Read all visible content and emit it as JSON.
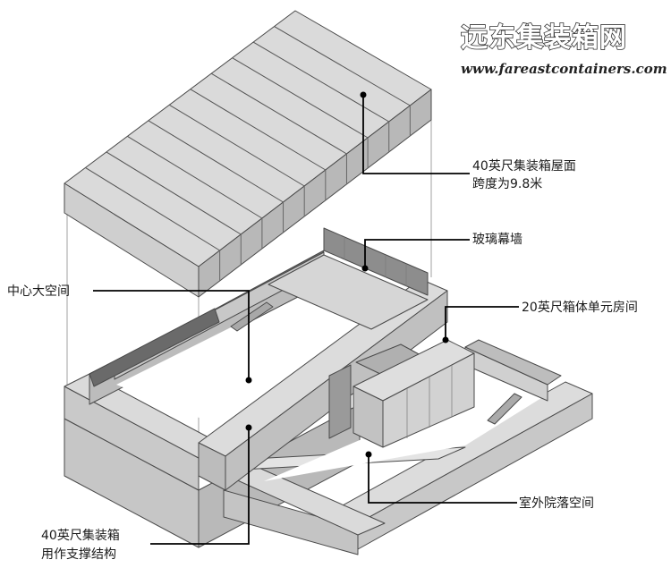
{
  "brand": {
    "name_cn": "远东集装箱网",
    "url": "www.fareastcontainers.com"
  },
  "labels": {
    "roof": [
      "40英尺集装箱屋面",
      "跨度为9.8米"
    ],
    "glass_wall": "玻璃幕墙",
    "central_space": "中心大空间",
    "unit_rooms": "20英尺箱体单元房间",
    "courtyard": "室外院落空间",
    "support": [
      "40英尺集装箱",
      "用作支撑结构"
    ]
  },
  "colors": {
    "roof_top": "#dadada",
    "container_side": "#b4b4b4",
    "container_front": "#d0d0d0",
    "dark_face": "#6e6e6e",
    "floor": "#ffffff",
    "glass": "#8d8d8d"
  }
}
